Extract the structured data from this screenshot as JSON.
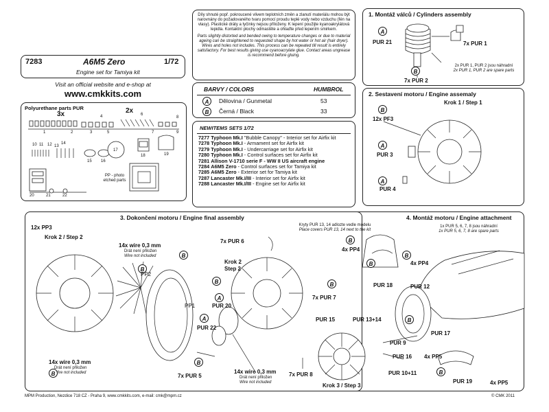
{
  "header": {
    "code": "7283",
    "title": "A6M5 Zero",
    "scale": "1/72",
    "subtitle": "Engine set for Tamiya kit",
    "visit": "Visit an official website and e-shop at",
    "website": "www.cmkkits.com"
  },
  "warning": {
    "cz": "Díly shnuté popř. pokroucené vlivem teplotních změn a zlanutí materiálu mohou být narovnány do požadovaného tvaru pomocí proudu teplé vody nebo vzduchu (fén na vlasy). Plastické dráty a tyčinky nejsou přiloženy. K lepení použijte kyanoakrylátová lepidla. Kontaktní plochy odmastěte a ohlaďte před lepením smirkem.",
    "en": "Parts slightly distorted and bended owing to temperature changes or due to material ageing can be straightened to requested shape by hot water or hot air (hair dryer). Wires and holes not includes. This process can be repeated till result is entirely satisfactory. For best results giving use cyanoacrylate glue. Contact areas ungrease is recommend before gluing."
  },
  "colors": {
    "header_left": "BARVY / COLORS",
    "header_right": "HUMBROL",
    "rows": [
      {
        "key": "A",
        "name": "Dělovina / Gunmetal",
        "code": "53"
      },
      {
        "key": "B",
        "name": "Černá / Black",
        "code": "33"
      }
    ]
  },
  "new_items": {
    "header": "NEWITEMS SETS 1/72",
    "rows": [
      {
        "code": "7277",
        "name": "Typhoon Mk.I",
        "desc": "\"Bubble Canopy\" - Interior set for Airfix kit"
      },
      {
        "code": "7278",
        "name": "Typhoon Mk.I",
        "desc": "- Armament set for Airfix kit"
      },
      {
        "code": "7279",
        "name": "Typhoon Mk.I",
        "desc": "- Undercarriage set for Airfix kit"
      },
      {
        "code": "7280",
        "name": "Typhoon Mk.I",
        "desc": "- Control surfaces set for Airfix kit"
      },
      {
        "code": "7281",
        "name": "Allison V-1710 serie F",
        "desc": "- WW II US aircraft engine"
      },
      {
        "code": "7284",
        "name": "A6M5 Zero",
        "desc": "- Control surfaces set for Tamiya kit"
      },
      {
        "code": "7285",
        "name": "A6M5 Zero",
        "desc": "- Exterior set for Tamiya kit"
      },
      {
        "code": "7287",
        "name": "Lancaster Mk.I/III",
        "desc": "- Interior set for Airfix kit"
      },
      {
        "code": "7288",
        "name": "Lancaster Mk.I/III",
        "desc": "- Engine set for Airfix kit"
      }
    ]
  },
  "parts_panel": {
    "title": "Polyurethane parts PUR",
    "qty_3x": "3x",
    "qty_2x": "2x",
    "numbers": [
      "1",
      "2",
      "3",
      "4",
      "5",
      "6",
      "7",
      "8",
      "9",
      "10",
      "11",
      "12",
      "13",
      "14",
      "15",
      "16",
      "17",
      "18",
      "19",
      "20",
      "21",
      "22"
    ],
    "pe_label": "PP - photo etched parts"
  },
  "step1": {
    "title": "1. Montáž válců / Cylinders assembly",
    "pur21": "PUR 21",
    "pur1": "7x PUR 1",
    "pur2": "7x PUR 2",
    "spare_cz": "2x PUR 1, PUR 2 jsou náhradní",
    "spare_en": "2x PUR 1, PUR 2 are spare parts"
  },
  "step2": {
    "title": "2. Sestavení motoru / Engine assemaly",
    "step_label": "Krok 1 / Step 1",
    "pf3": "12x PF3",
    "pur3": "PUR 3",
    "pur4": "PUR 4"
  },
  "step3": {
    "title": "3. Dokončení motoru / Engine final assembly",
    "pp3": "12x PP3",
    "krok2_step2": "Krok 2 / Step 2",
    "wire_top": "14x wire 0,3 mm",
    "wire_top_cz": "Drát není přiložen",
    "wire_top_en": "Wire not included",
    "pp2": "PP2",
    "pp1": "PP1",
    "wire_bottom": "14x wire 0,3 mm",
    "wire_bottom_cz": "Drát není přiložen",
    "wire_bottom_en": "Wire not included",
    "pur6": "7x PUR 6",
    "krok2": "Krok 2",
    "step2": "Step 2",
    "pur20": "PUR 20",
    "pur22": "PUR 22",
    "pur7": "7x PUR 7",
    "pur5": "7x PUR 5",
    "wire_mid": "14x wire 0,3 mm",
    "wire_mid_cz": "Drát není přiložen",
    "wire_mid_en": "Wire not included",
    "pur8": "7x PUR 8"
  },
  "step4": {
    "title": "4. Montáž motoru / Engine attachment",
    "note_cz": "Kryty PUR 13, 14 adlozte vedle modelu",
    "note_en": "Place covers PUR 13, 14 next to the kit",
    "spare_cz": "1x PUR 5, 6, 7, 8 jsou náhradní",
    "spare_en": "1x PUR 5, 6, 7, 8 are spare parts",
    "pp4_a": "4x PP4",
    "pp4_b": "4x PP4",
    "pur18": "PUR 18",
    "pur12": "PUR 12",
    "pur15": "PUR 15",
    "pur1314": "PUR 13+14",
    "pur17": "PUR 17",
    "pur9": "PUR 9",
    "pur16": "PUR 16",
    "pp5_a": "4x PP5",
    "pur1011": "PUR 10+11",
    "pur19": "PUR 19",
    "pp5_b": "4x PP5",
    "krok3": "Krok 3 / Step 3"
  },
  "footer": {
    "left": "MPM Production, Nezdice 718 CZ - Praha 9, www.cmkkits.com, e-mail: cmk@mpm.cz",
    "right": "© CMK 2011"
  }
}
